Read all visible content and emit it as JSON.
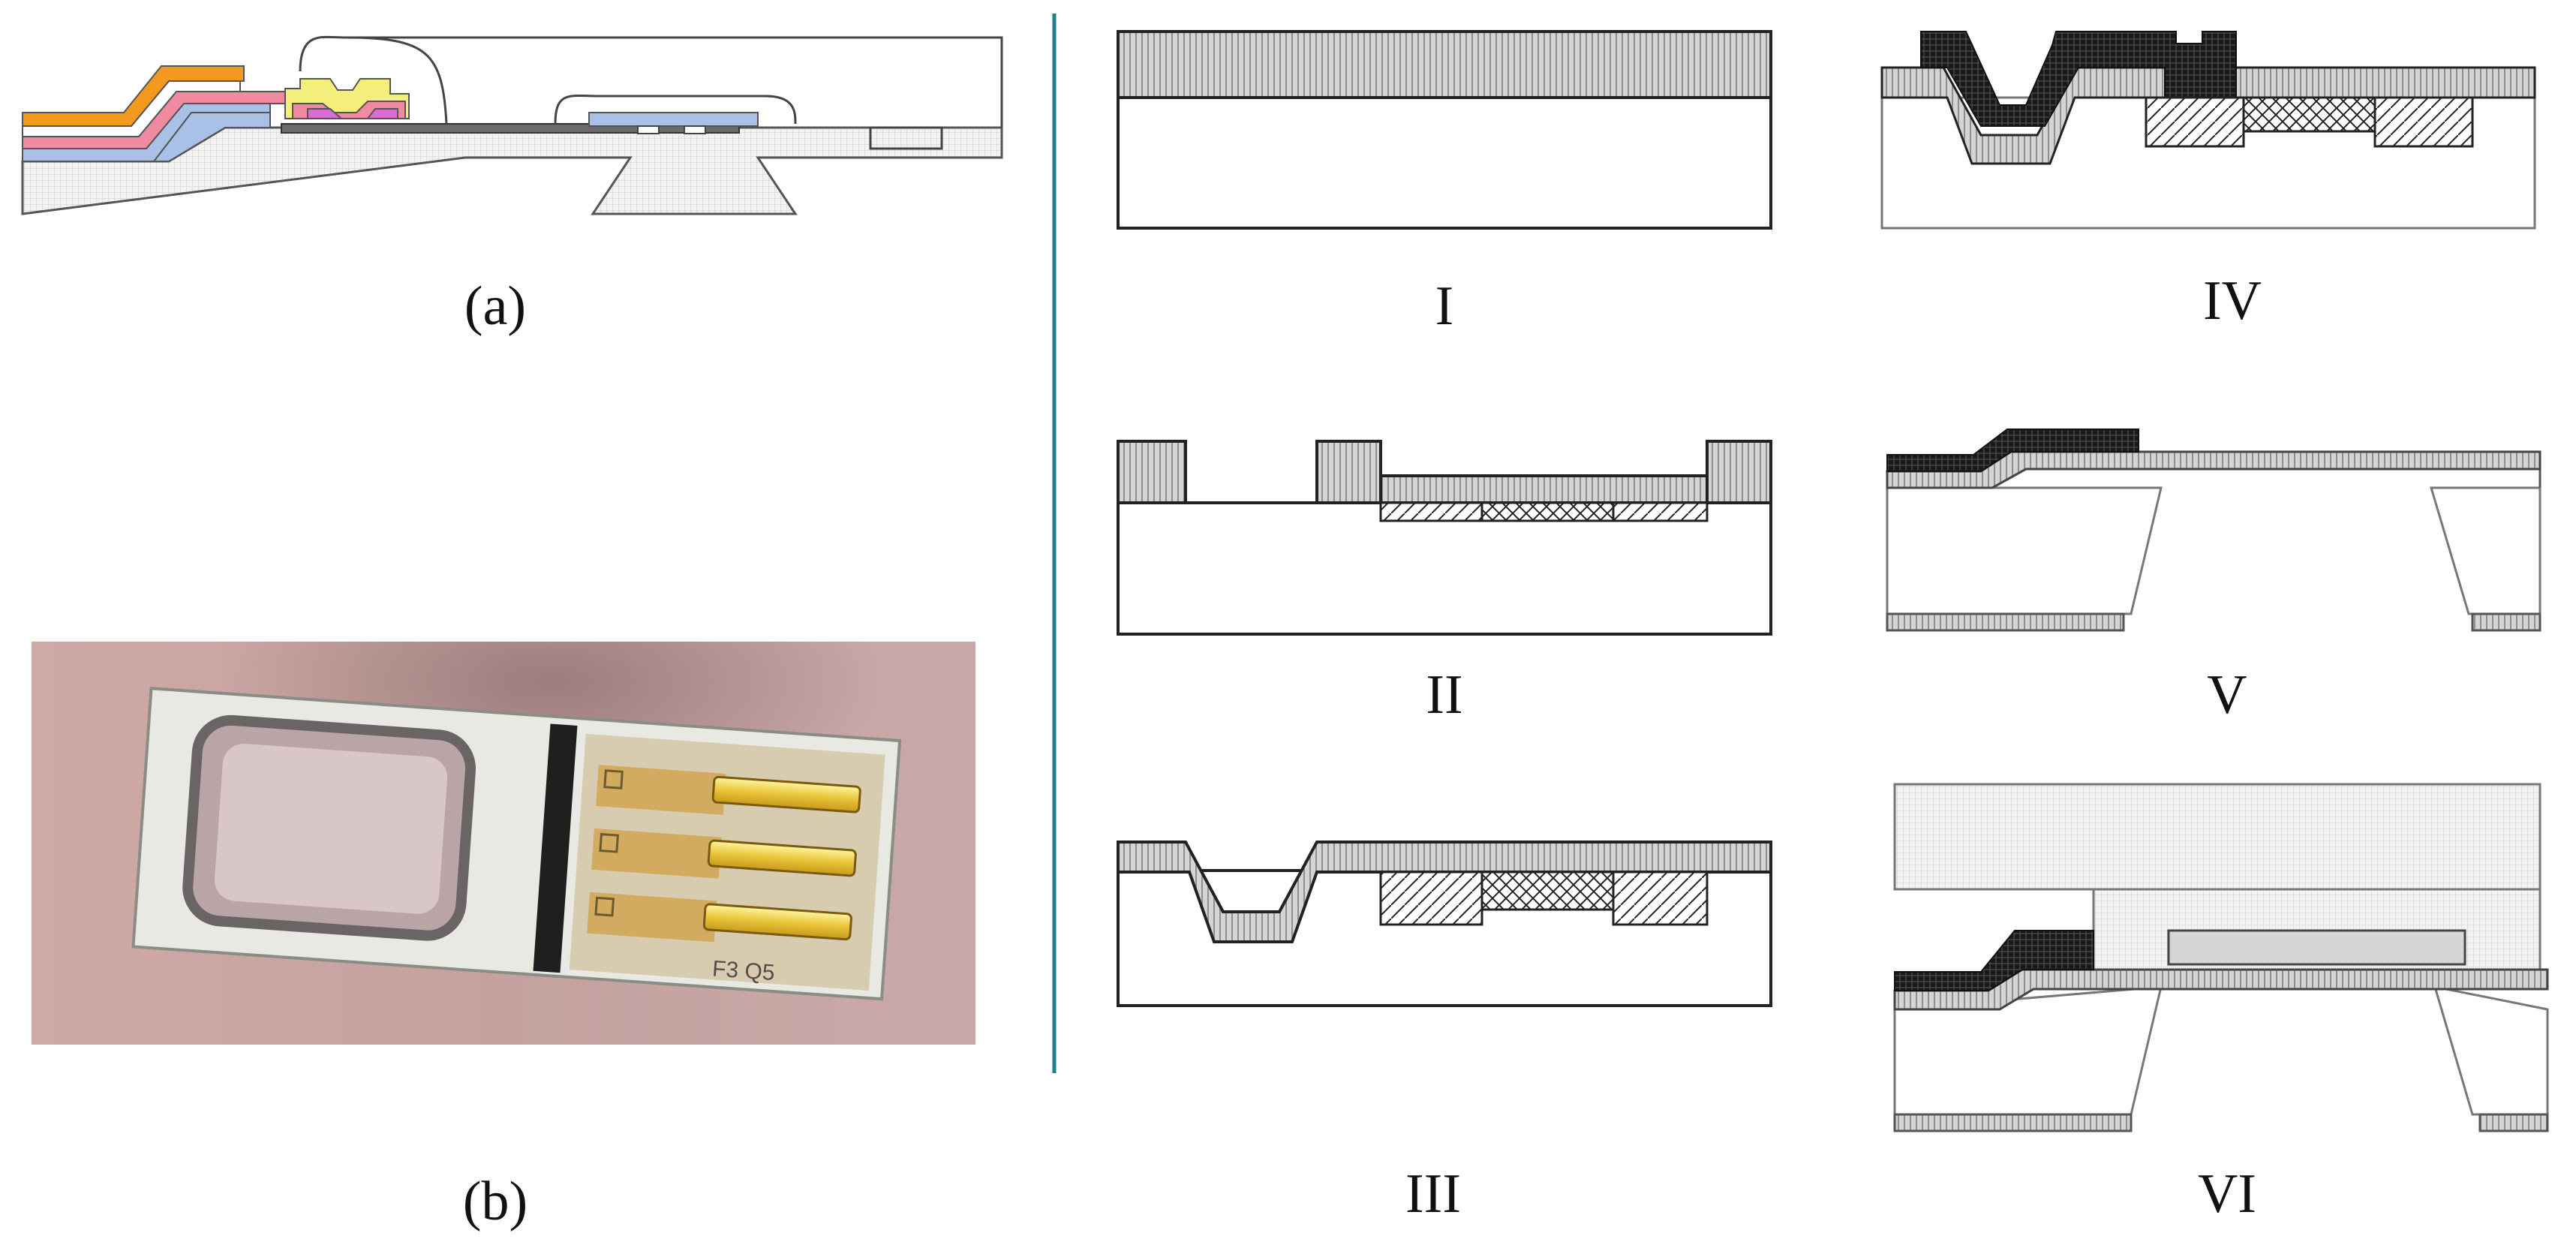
{
  "labels": {
    "a": "(a)",
    "b": "(b)",
    "step1": "I",
    "step2": "II",
    "step3": "III",
    "step4": "IV",
    "step5": "V",
    "step6": "VI"
  },
  "chip_marking": "F3 Q5",
  "colors": {
    "divider": "#1b7f8c",
    "substrate": "#efefef",
    "layer_gray": "#c4c4c4",
    "layer_dark": "#111111",
    "orange": "#f39a1e",
    "yellow": "#f4ee7a",
    "pink": "#f08aa0",
    "blue": "#a9c1e6",
    "gold": "#e3c05a",
    "photo_bg": "#c9a8a6"
  }
}
